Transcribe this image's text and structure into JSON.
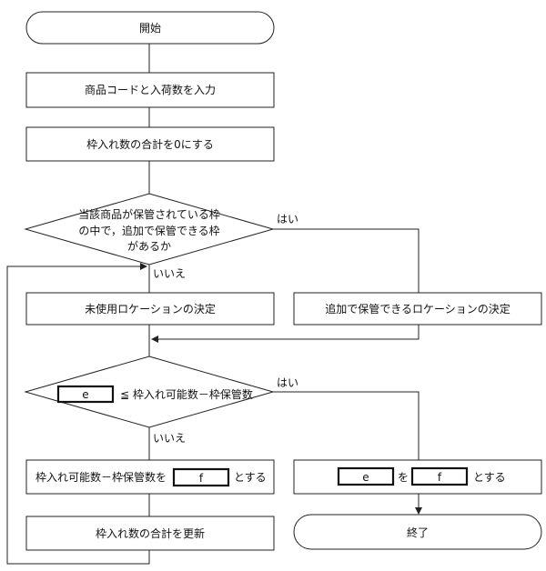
{
  "flowchart": {
    "start_label": "開始",
    "step_input": "商品コードと入荷数を入力",
    "step_init": "枠入れ数の合計を0にする",
    "decision1": {
      "line1": "当該商品が保管されている枠",
      "line2": "の中で，追加で保管できる枠",
      "line3": "があるか",
      "yes": "はい",
      "no": "いいえ"
    },
    "step_unused": "未使用ロケーションの決定",
    "step_additional": "追加で保管できるロケーションの決定",
    "decision2": {
      "blank": "e",
      "text": "≦ 枠入れ可能数－枠保管数",
      "yes": "はい",
      "no": "いいえ"
    },
    "step_assign_f": {
      "prefix": "枠入れ可能数－枠保管数を",
      "blank": "f",
      "suffix": "とする"
    },
    "step_assign_e": {
      "blank_e": "e",
      "middle": "を",
      "blank_f": "f",
      "suffix": "とする"
    },
    "step_update": "枠入れ数の合計を更新",
    "end_label": "終了"
  }
}
